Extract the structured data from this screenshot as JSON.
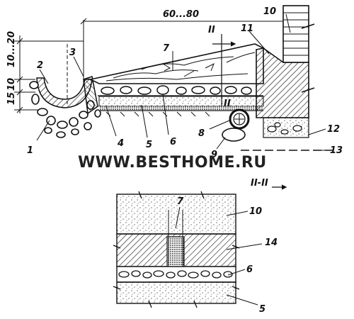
{
  "dimensions": {
    "width_top": "60...80",
    "h1": "10...20",
    "h2": "10",
    "h3": "15"
  },
  "section_marker": "II",
  "section_title": "II-II",
  "watermark": "WWW.BESTHOME.RU",
  "callouts": [
    "1",
    "2",
    "3",
    "4",
    "5",
    "6",
    "7",
    "8",
    "9",
    "10",
    "11",
    "12",
    "13",
    "14"
  ],
  "colors": {
    "ink": "#111111",
    "paper": "#ffffff"
  }
}
